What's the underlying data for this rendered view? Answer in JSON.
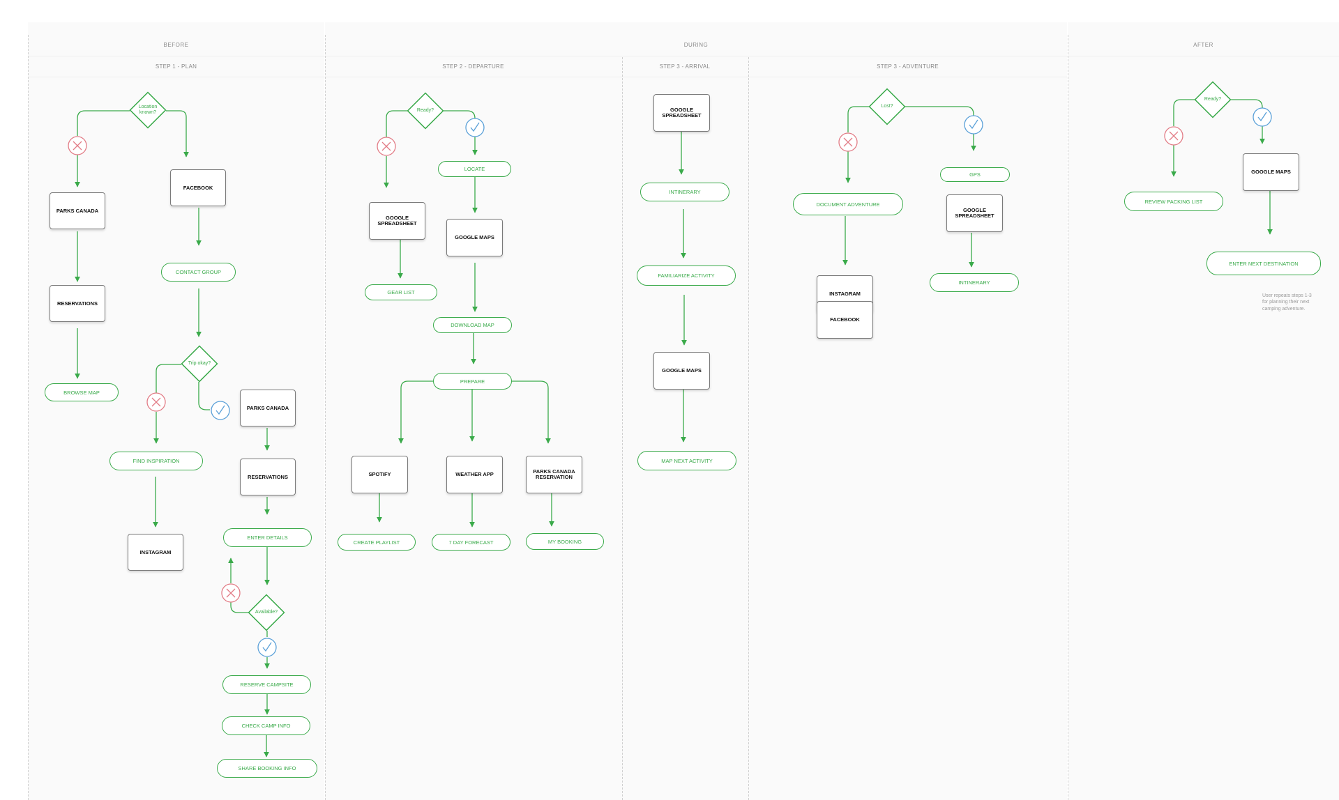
{
  "phases": [
    "BEFORE",
    "DURING",
    "AFTER"
  ],
  "steps": [
    "STEP 1 - PLAN",
    "STEP 2 - DEPARTURE",
    "STEP 3 - ARRIVAL",
    "STEP 3 - ADVENTURE"
  ],
  "nodes": {
    "d_location": "Location known?",
    "parks1": "PARKS CANADA",
    "res1": "RESERVATIONS",
    "browse_map": "BROWSE MAP",
    "facebook1": "FACEBOOK",
    "contact_group": "CONTACT GROUP",
    "d_trip": "Trip okay?",
    "find_insp": "FIND INSPIRATION",
    "instagram1": "INSTAGRAM",
    "parks2": "PARKS CANADA",
    "res2": "RESERVATIONS",
    "enter_details": "ENTER DETAILS",
    "d_available": "Available?",
    "reserve": "RESERVE CAMPSITE",
    "check_camp": "CHECK CAMP INFO",
    "share_booking": "SHARE BOOKING INFO",
    "d_ready1": "Ready?",
    "gsheet1": "GOOGLE SPREADSHEET",
    "gear_list": "GEAR LIST",
    "locate": "LOCATE",
    "gmaps1": "GOOGLE MAPS",
    "download_map": "DOWNLOAD MAP",
    "prepare": "PREPARE",
    "spotify": "SPOTIFY",
    "weather": "WEATHER APP",
    "parks_res": "PARKS CANADA RESERVATION",
    "playlist": "CREATE PLAYLIST",
    "forecast": "7 DAY FORECAST",
    "my_booking": "MY BOOKING",
    "gsheet2": "GOOGLE SPREADSHEET",
    "itin1": "INTINERARY",
    "familiarize": "FAMILIARIZE ACTIVITY",
    "gmaps2": "GOOGLE MAPS",
    "map_next": "MAP NEXT ACTIVITY",
    "d_lost": "Lost?",
    "doc_adv": "DOCUMENT ADVENTURE",
    "instagram2": "INSTAGRAM",
    "facebook2": "FACEBOOK",
    "gps": "GPS",
    "gsheet3": "GOOGLE SPREADSHEET",
    "itin2": "INTINERARY",
    "d_ready2": "Ready?",
    "review_pack": "REVIEW PACKING LIST",
    "gmaps3": "GOOGLE MAPS",
    "enter_next": "ENTER NEXT DESTINATION"
  },
  "note": "User repeats steps 1-3 for planning their next camping adventure.",
  "colors": {
    "accent": "#3aaa4a",
    "no": "#e27c86",
    "yes": "#5aa0d8",
    "box_border": "#7a7a7a",
    "band": "#fafafa"
  }
}
